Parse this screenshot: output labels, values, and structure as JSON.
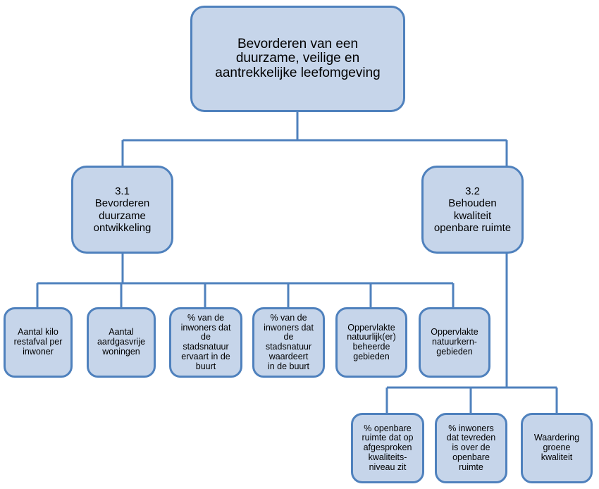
{
  "colors": {
    "fill": "#c6d5ea",
    "stroke": "#4f81bd",
    "connector": "#4f81bd",
    "text": "#000000"
  },
  "nodes": {
    "root": "Bevorderen van een\nduurzame, veilige en\naantrekkelijke leefomgeving",
    "n31": "3.1\nBevorderen\nduurzame\nontwikkeling",
    "n32": "3.2\nBehouden\nkwaliteit\nopenbare ruimte",
    "l1": "Aantal kilo\nrestafval per\ninwoner",
    "l2": "Aantal\naardgasvrije\nwoningen",
    "l3": "% van de\ninwoners dat\nde\nstadsnatuur\nervaart in de\nbuurt",
    "l4": "% van de\ninwoners dat\nde\nstadsnatuur\nwaardeert\nin de buurt",
    "l5": "Oppervlakte\nnatuurlijk(er)\nbeheerde\ngebieden",
    "l6": "Oppervlakte\nnatuurkern-\ngebieden",
    "r1": "% openbare\nruimte dat op\nafgesproken\nkwaliteits-\nniveau zit",
    "r2": "% inwoners\ndat tevreden\nis over de\nopenbare\nruimte",
    "r3": "Waardering\ngroene\nkwaliteit"
  }
}
